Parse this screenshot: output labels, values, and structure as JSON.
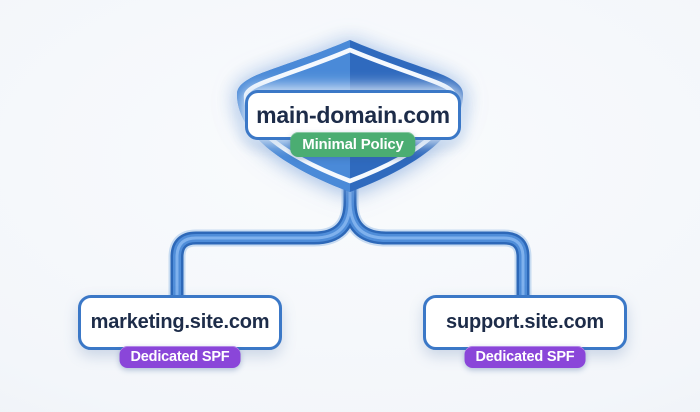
{
  "diagram": {
    "title_hint": "domain-policy-hierarchy",
    "root_node": {
      "domain": "main-domain.com",
      "badge": "Minimal Policy"
    },
    "child_nodes": [
      {
        "domain": "marketing.site.com",
        "badge": "Dedicated SPF"
      },
      {
        "domain": "support.site.com",
        "badge": "Dedicated SPF"
      }
    ]
  },
  "colors": {
    "background": "#eef2f7",
    "shield_left": "#4a8ad8",
    "shield_right": "#2f6abe",
    "shield_inner_outline": "#f5f9fe",
    "tube_halo": "#bdd5ef",
    "tube_dark": "#2d68b8",
    "tube_mid": "#4f8dd9",
    "tube_highlight": "#82b3ee",
    "card_border": "#3b78c7",
    "card_background": "#ffffff",
    "domain_text": "#1d2c49",
    "badge_green": "#4bad72",
    "badge_purple": "#8a46d9",
    "badge_text": "#ffffff"
  }
}
